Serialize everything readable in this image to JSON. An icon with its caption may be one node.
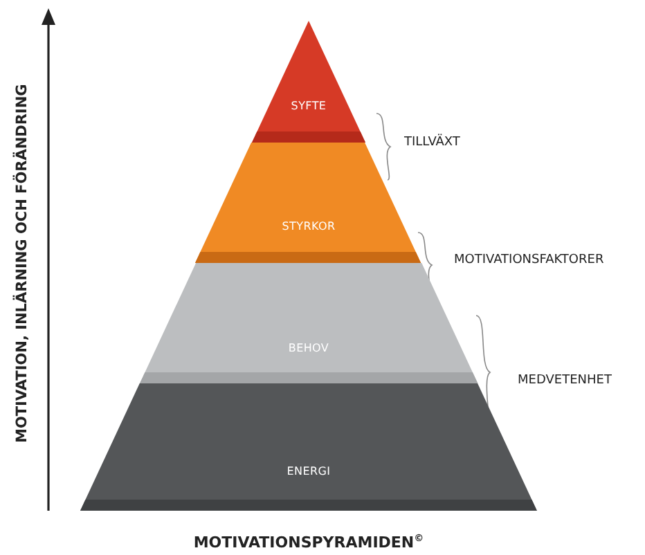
{
  "diagram": {
    "caption": "MOTIVATIONSPYRAMIDEN$^{©}$",
    "nodes": [
      {
        "text": [
          "SYFTE"
        ]
      },
      {
        "text": [
          "STYRKOR"
        ]
      },
      {
        "text": [
          "BEHOV"
        ]
      },
      {
        "text": [
          "ENERGI"
        ]
      }
    ],
    "labels": [
      "MOTIVATION, INLÄRNING OCH FÖRÄNDRING",
      "TILLVÄXT",
      "MOTIVATIONSFAKTORER",
      "MEDVETENHET"
    ]
  }
}
